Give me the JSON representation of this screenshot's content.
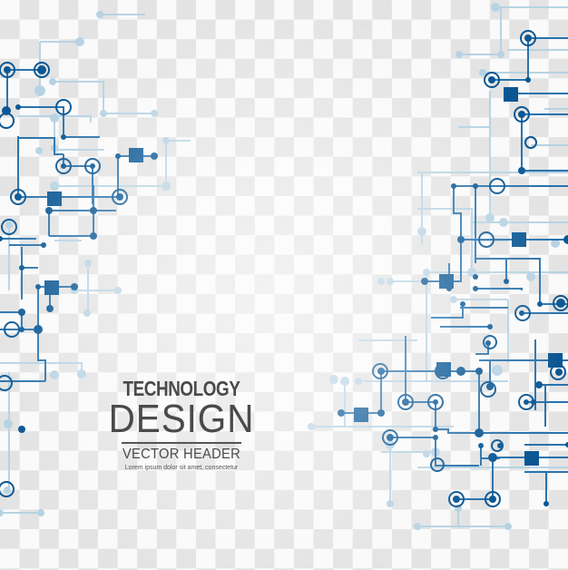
{
  "heading": {
    "line1": "TECHNOLOGY",
    "line2": "DESIGN",
    "line3": "VECTOR HEADER",
    "tagline": "Lorem ipsum dolor sit amet, consectetur"
  },
  "colors": {
    "dark_blue": "#0b5794",
    "mid_blue": "#2a73ad",
    "light_blue": "#b7d3e3",
    "text": "#4a4a4a",
    "checker_dark": "#e3e3e3",
    "checker_light": "#fafafa"
  },
  "circuit": {
    "light_lines": [
      "M44,46 L88,46",
      "M44,46 L44,100",
      "M58,90 L114,90 L114,125 L170,125",
      "M114,90 L114,125",
      "M60,125 L60,160",
      "M20,128 L100,128 L100,135",
      "M60,165 L115,165",
      "M183,155 L210,155",
      "M183,155 L183,205",
      "M60,205 L183,205",
      "M10,250 L10,320",
      "M60,265 L90,265",
      "M97,290 L97,345",
      "M80,320 L130,320",
      "M0,400 L90,400 L90,412",
      "M10,410 L10,540",
      "M0,565 L45,565",
      "M110,16 L160,16",
      "M546,8 L626,8",
      "M506,60 L552,60",
      "M552,8 L552,60",
      "M530,80 L626,80",
      "M540,100 L540,240",
      "M560,55 L626,55",
      "M460,190 L626,190",
      "M465,190 L465,270",
      "M460,230 L520,230 L520,300",
      "M470,300 L626,300",
      "M430,310 L470,310",
      "M470,300 L470,420",
      "M500,330 L560,330",
      "M340,470 L500,470",
      "M380,420 L380,470",
      "M395,420 L560,420",
      "M430,490 L430,555",
      "M460,515 L626,515",
      "M460,580 L560,580",
      "M505,560 L505,580",
      "M420,498 L480,498",
      "M395,375 L460,375",
      "M560,330 L560,400",
      "M520,245 L626,245",
      "M505,140 L540,140",
      "M600,120 L626,120",
      "M585,160 L626,160",
      "M520,265 L560,265"
    ],
    "light_dots": [
      [
        88,
        46,
        5
      ],
      [
        44,
        100,
        6
      ],
      [
        58,
        90,
        4
      ],
      [
        114,
        125,
        4
      ],
      [
        170,
        125,
        4
      ],
      [
        60,
        130,
        5
      ],
      [
        60,
        163,
        4
      ],
      [
        43,
        166,
        4
      ],
      [
        183,
        155,
        4
      ],
      [
        183,
        205,
        5
      ],
      [
        60,
        205,
        5
      ],
      [
        10,
        248,
        4
      ],
      [
        97,
        290,
        4
      ],
      [
        130,
        320,
        4
      ],
      [
        82,
        320,
        4
      ],
      [
        96,
        345,
        4
      ],
      [
        90,
        412,
        5
      ],
      [
        60,
        413,
        5
      ],
      [
        9,
        467,
        5
      ],
      [
        8,
        540,
        4
      ],
      [
        45,
        565,
        4
      ],
      [
        0,
        565,
        4
      ],
      [
        110,
        16,
        4
      ],
      [
        546,
        8,
        5
      ],
      [
        506,
        60,
        4
      ],
      [
        552,
        60,
        4
      ],
      [
        532,
        80,
        4
      ],
      [
        540,
        240,
        5
      ],
      [
        465,
        255,
        5
      ],
      [
        470,
        300,
        4
      ],
      [
        420,
        310,
        4
      ],
      [
        430,
        310,
        4
      ],
      [
        520,
        300,
        5
      ],
      [
        343,
        470,
        4
      ],
      [
        380,
        420,
        5
      ],
      [
        395,
        420,
        4
      ],
      [
        430,
        555,
        4
      ],
      [
        460,
        580,
        4
      ],
      [
        560,
        580,
        4
      ],
      [
        548,
        408,
        6
      ],
      [
        585,
        305,
        5
      ],
      [
        555,
        245,
        5
      ],
      [
        612,
        268,
        5
      ],
      [
        500,
        330,
        4
      ],
      [
        368,
        418,
        5
      ],
      [
        480,
        498,
        5
      ],
      [
        505,
        560,
        4
      ],
      [
        430,
        490,
        5
      ],
      [
        470,
        500,
        4
      ]
    ],
    "dark_lines": [
      "M8,77 L46,77",
      "M8,77 L8,123",
      "M20,118 L70,118 L70,151",
      "M70,151 L110,151",
      "M20,152 L60,152 L60,170 L70,170",
      "M70,170 L70,183",
      "M70,183 L102,183",
      "M102,183 L102,225",
      "M20,150 L20,217",
      "M20,217 L132,217",
      "M130,172 L130,217",
      "M130,172 L170,172",
      "M54,232 L128,232",
      "M54,232 L54,260",
      "M54,260 L103,260",
      "M103,260 L103,204",
      "M0,263 L40,263",
      "M24,272 L24,330",
      "M10,270 L48,270",
      "M24,295 L42,295",
      "M42,316 L82,316",
      "M42,316 L42,363",
      "M55,316 L55,340",
      "M0,344 L24,344",
      "M24,344 L24,363",
      "M0,363 L42,363",
      "M42,363 L42,397 L50,397 L50,420",
      "M0,420 L50,420",
      "M582,42 L626,42",
      "M582,42 L582,88",
      "M542,88 L582,88",
      "M564,103 L626,103",
      "M575,126 L626,126",
      "M575,126 L575,188",
      "M575,188 L626,188",
      "M500,205 L500,235 L508,235 L508,264",
      "M500,205 L626,205",
      "M524,205 L524,290",
      "M508,264 L626,264",
      "M508,264 L508,310 L492,310",
      "M468,310 L492,310",
      "M495,290 L495,318",
      "M524,285 L595,285 L595,335 L626,335",
      "M558,285 L558,310",
      "M525,318 L575,318 L575,320",
      "M507,339 L560,339",
      "M475,350 L510,350 L510,335",
      "M485,360 L540,360",
      "M595,335 L626,335",
      "M575,345 L626,345",
      "M524,390 L538,390 L538,378",
      "M376,455 L420,455",
      "M420,409 L420,455",
      "M420,409 L488,409",
      "M488,409 L528,409",
      "M447,370 L447,443",
      "M447,443 L480,443",
      "M480,443 L480,473 L494,473 L494,477 L626,477",
      "M528,409 L528,477",
      "M528,397 L626,397",
      "M540,397 L540,426",
      "M594,424 L626,424",
      "M590,374 L590,452",
      "M580,443 L626,443",
      "M430,482 L480,482",
      "M480,482 L480,513 L528,513",
      "M530,505 L551,505",
      "M530,491 L530,513",
      "M543,504 L626,504",
      "M543,504 L543,550",
      "M503,550 L543,550",
      "M601,424 L601,470",
      "M578,490 L626,490",
      "M578,520 L626,520",
      "M602,520 L602,555"
    ],
    "dark_dots": [
      [
        8,
        77,
        4
      ],
      [
        46,
        77,
        5
      ],
      [
        7,
        122,
        5
      ],
      [
        20,
        118,
        3
      ],
      [
        70,
        151,
        3
      ],
      [
        70,
        183,
        3
      ],
      [
        102,
        183,
        3
      ],
      [
        132,
        217,
        4
      ],
      [
        20,
        217,
        4
      ],
      [
        130,
        172,
        3
      ],
      [
        170,
        172,
        4
      ],
      [
        54,
        232,
        4
      ],
      [
        103,
        232,
        4
      ],
      [
        103,
        260,
        4
      ],
      [
        42,
        316,
        3
      ],
      [
        82,
        316,
        4
      ],
      [
        55,
        340,
        4
      ],
      [
        24,
        344,
        4
      ],
      [
        42,
        363,
        5
      ],
      [
        24,
        363,
        3
      ],
      [
        24,
        473,
        4
      ],
      [
        48,
        270,
        3
      ],
      [
        24,
        295,
        3
      ],
      [
        0,
        263,
        3
      ],
      [
        582,
        42,
        4
      ],
      [
        582,
        88,
        3
      ],
      [
        542,
        88,
        4
      ],
      [
        575,
        126,
        4
      ],
      [
        575,
        188,
        4
      ],
      [
        500,
        205,
        3
      ],
      [
        524,
        205,
        3
      ],
      [
        508,
        264,
        4
      ],
      [
        626,
        264,
        5
      ],
      [
        524,
        305,
        3
      ],
      [
        558,
        310,
        3
      ],
      [
        468,
        310,
        4
      ],
      [
        495,
        318,
        3
      ],
      [
        524,
        318,
        3
      ],
      [
        595,
        335,
        3
      ],
      [
        618,
        334,
        5
      ],
      [
        575,
        345,
        3
      ],
      [
        510,
        335,
        3
      ],
      [
        538,
        378,
        3
      ],
      [
        540,
        360,
        3
      ],
      [
        376,
        455,
        4
      ],
      [
        420,
        455,
        4
      ],
      [
        420,
        409,
        4
      ],
      [
        488,
        409,
        3
      ],
      [
        508,
        409,
        5
      ],
      [
        447,
        443,
        4
      ],
      [
        480,
        443,
        3
      ],
      [
        480,
        473,
        3
      ],
      [
        528,
        477,
        5
      ],
      [
        528,
        409,
        4
      ],
      [
        540,
        426,
        4
      ],
      [
        594,
        424,
        4
      ],
      [
        580,
        443,
        3
      ],
      [
        430,
        482,
        4
      ],
      [
        480,
        482,
        3
      ],
      [
        530,
        491,
        3
      ],
      [
        543,
        504,
        5
      ],
      [
        543,
        550,
        4
      ],
      [
        503,
        550,
        4
      ],
      [
        551,
        491,
        3
      ],
      [
        602,
        555,
        3
      ],
      [
        626,
        490,
        3
      ],
      [
        616,
        410,
        4
      ],
      [
        588,
        443,
        3
      ]
    ],
    "rings": [
      [
        8,
        77,
        8
      ],
      [
        46,
        77,
        8
      ],
      [
        70,
        118,
        8
      ],
      [
        7,
        133,
        8
      ],
      [
        102,
        183,
        8
      ],
      [
        70,
        183,
        8
      ],
      [
        132,
        217,
        8
      ],
      [
        20,
        217,
        8
      ],
      [
        10,
        250,
        8
      ],
      [
        13,
        363,
        8
      ],
      [
        5,
        422,
        8
      ],
      [
        7,
        539,
        8
      ],
      [
        582,
        42,
        8
      ],
      [
        542,
        88,
        8
      ],
      [
        575,
        126,
        8
      ],
      [
        548,
        205,
        8
      ],
      [
        536,
        264,
        8
      ],
      [
        576,
        345,
        8
      ],
      [
        618,
        334,
        8
      ],
      [
        540,
        377,
        7
      ],
      [
        419,
        409,
        8
      ],
      [
        488,
        409,
        8
      ],
      [
        447,
        443,
        8
      ],
      [
        480,
        443,
        8
      ],
      [
        430,
        482,
        8
      ],
      [
        538,
        429,
        8
      ],
      [
        580,
        443,
        8
      ],
      [
        615,
        410,
        8
      ],
      [
        548,
        491,
        6
      ],
      [
        503,
        550,
        8
      ],
      [
        543,
        550,
        8
      ],
      [
        482,
        512,
        7
      ],
      [
        585,
        157,
        6
      ]
    ],
    "squares": [
      [
        150,
        171,
        16
      ],
      [
        60,
        219,
        16
      ],
      [
        57,
        317,
        16
      ],
      [
        563,
        104,
        16
      ],
      [
        572,
        264,
        16
      ],
      [
        492,
        310,
        16
      ],
      [
        489,
        407,
        16
      ],
      [
        398,
        457,
        16
      ],
      [
        612,
        397,
        16
      ],
      [
        586,
        505,
        16
      ]
    ]
  }
}
